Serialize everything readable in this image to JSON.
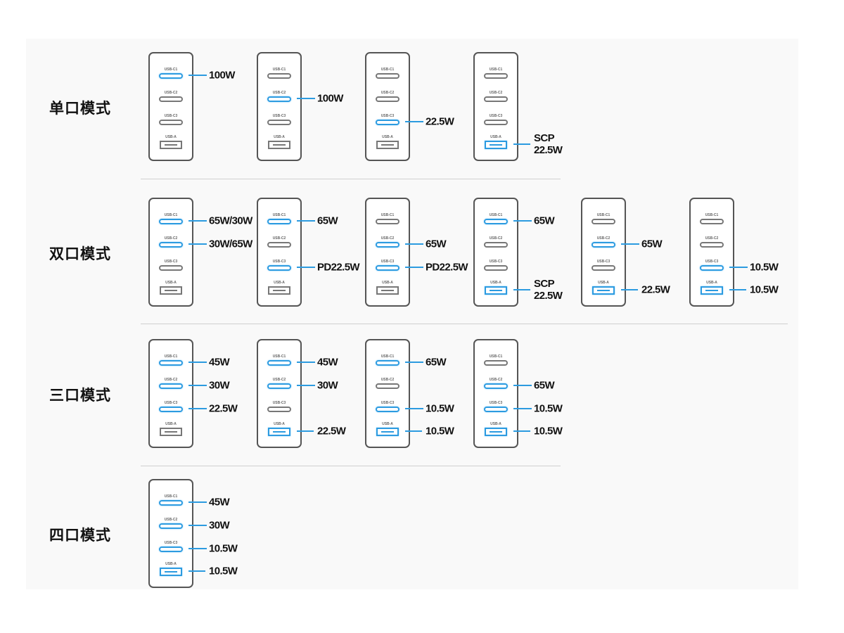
{
  "colors": {
    "active": "#2c9be0",
    "inactive": "#777777"
  },
  "port_names": [
    "USB-C1",
    "USB-C2",
    "USB-C3",
    "USB-A"
  ],
  "modes": [
    {
      "label": "单口模式",
      "chargers": [
        [
          {
            "port": 0,
            "text": "100W"
          }
        ],
        [
          {
            "port": 1,
            "text": "100W"
          }
        ],
        [
          {
            "port": 2,
            "text": "22.5W"
          }
        ],
        [
          {
            "port": 3,
            "text": "SCP\n22.5W"
          }
        ]
      ]
    },
    {
      "label": "双口模式",
      "chargers": [
        [
          {
            "port": 0,
            "text": "65W/30W"
          },
          {
            "port": 1,
            "text": "30W/65W"
          }
        ],
        [
          {
            "port": 0,
            "text": "65W"
          },
          {
            "port": 2,
            "text": "PD22.5W"
          }
        ],
        [
          {
            "port": 1,
            "text": "65W"
          },
          {
            "port": 2,
            "text": "PD22.5W"
          }
        ],
        [
          {
            "port": 0,
            "text": "65W"
          },
          {
            "port": 3,
            "text": "SCP\n22.5W"
          }
        ],
        [
          {
            "port": 1,
            "text": "65W"
          },
          {
            "port": 3,
            "text": "22.5W"
          }
        ],
        [
          {
            "port": 2,
            "text": "10.5W"
          },
          {
            "port": 3,
            "text": "10.5W"
          }
        ]
      ]
    },
    {
      "label": "三口模式",
      "chargers": [
        [
          {
            "port": 0,
            "text": "45W"
          },
          {
            "port": 1,
            "text": "30W"
          },
          {
            "port": 2,
            "text": "22.5W"
          }
        ],
        [
          {
            "port": 0,
            "text": "45W"
          },
          {
            "port": 1,
            "text": "30W"
          },
          {
            "port": 3,
            "text": "22.5W"
          }
        ],
        [
          {
            "port": 0,
            "text": "65W"
          },
          {
            "port": 2,
            "text": "10.5W"
          },
          {
            "port": 3,
            "text": "10.5W"
          }
        ],
        [
          {
            "port": 1,
            "text": "65W"
          },
          {
            "port": 2,
            "text": "10.5W"
          },
          {
            "port": 3,
            "text": "10.5W"
          }
        ]
      ]
    },
    {
      "label": "四口模式",
      "chargers": [
        [
          {
            "port": 0,
            "text": "45W"
          },
          {
            "port": 1,
            "text": "30W"
          },
          {
            "port": 2,
            "text": "10.5W"
          },
          {
            "port": 3,
            "text": "10.5W"
          }
        ]
      ]
    }
  ]
}
